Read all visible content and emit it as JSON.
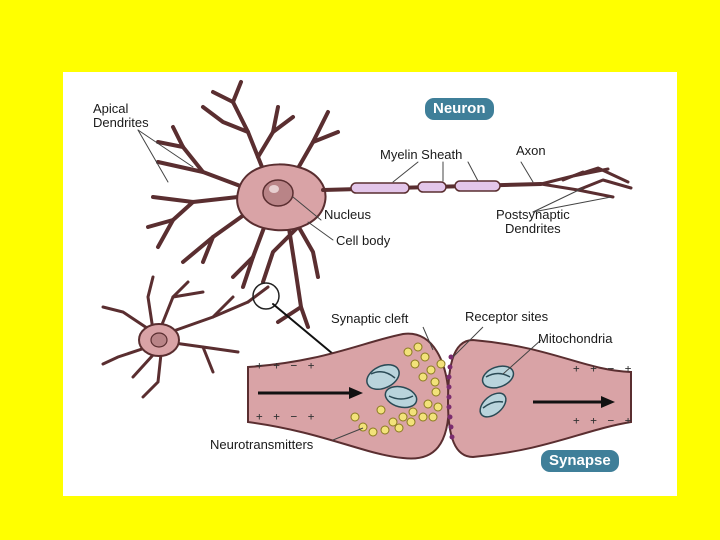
{
  "badges": {
    "neuron": "Neuron",
    "synapse": "Synapse"
  },
  "labels": {
    "apical_dendrites": [
      "Apical",
      "Dendrites"
    ],
    "myelin_sheath": "Myelin Sheath",
    "axon": "Axon",
    "nucleus": "Nucleus",
    "cell_body": "Cell body",
    "postsynaptic_dendrites": [
      "Postsynaptic",
      "Dendrites"
    ],
    "synaptic_cleft": "Synaptic cleft",
    "receptor_sites": "Receptor sites",
    "mitochondria": "Mitochondria",
    "neurotransmitters": "Neurotransmitters"
  },
  "charges": {
    "top_left": "+ + − +",
    "bottom_left": "+ + − +",
    "top_right": "+ + − +",
    "bottom_right": "+ + − +"
  },
  "colors": {
    "background": "#ffff00",
    "panel": "#ffffff",
    "cell": "#d9a3a6",
    "cell_outline": "#5a2e30",
    "myelin": "#e3c6ea",
    "badge": "#3f7f99",
    "mitochondria": "#b9d4dc",
    "neurotransmitter": "#f2e27a",
    "receptor": "#7a2c6e"
  }
}
